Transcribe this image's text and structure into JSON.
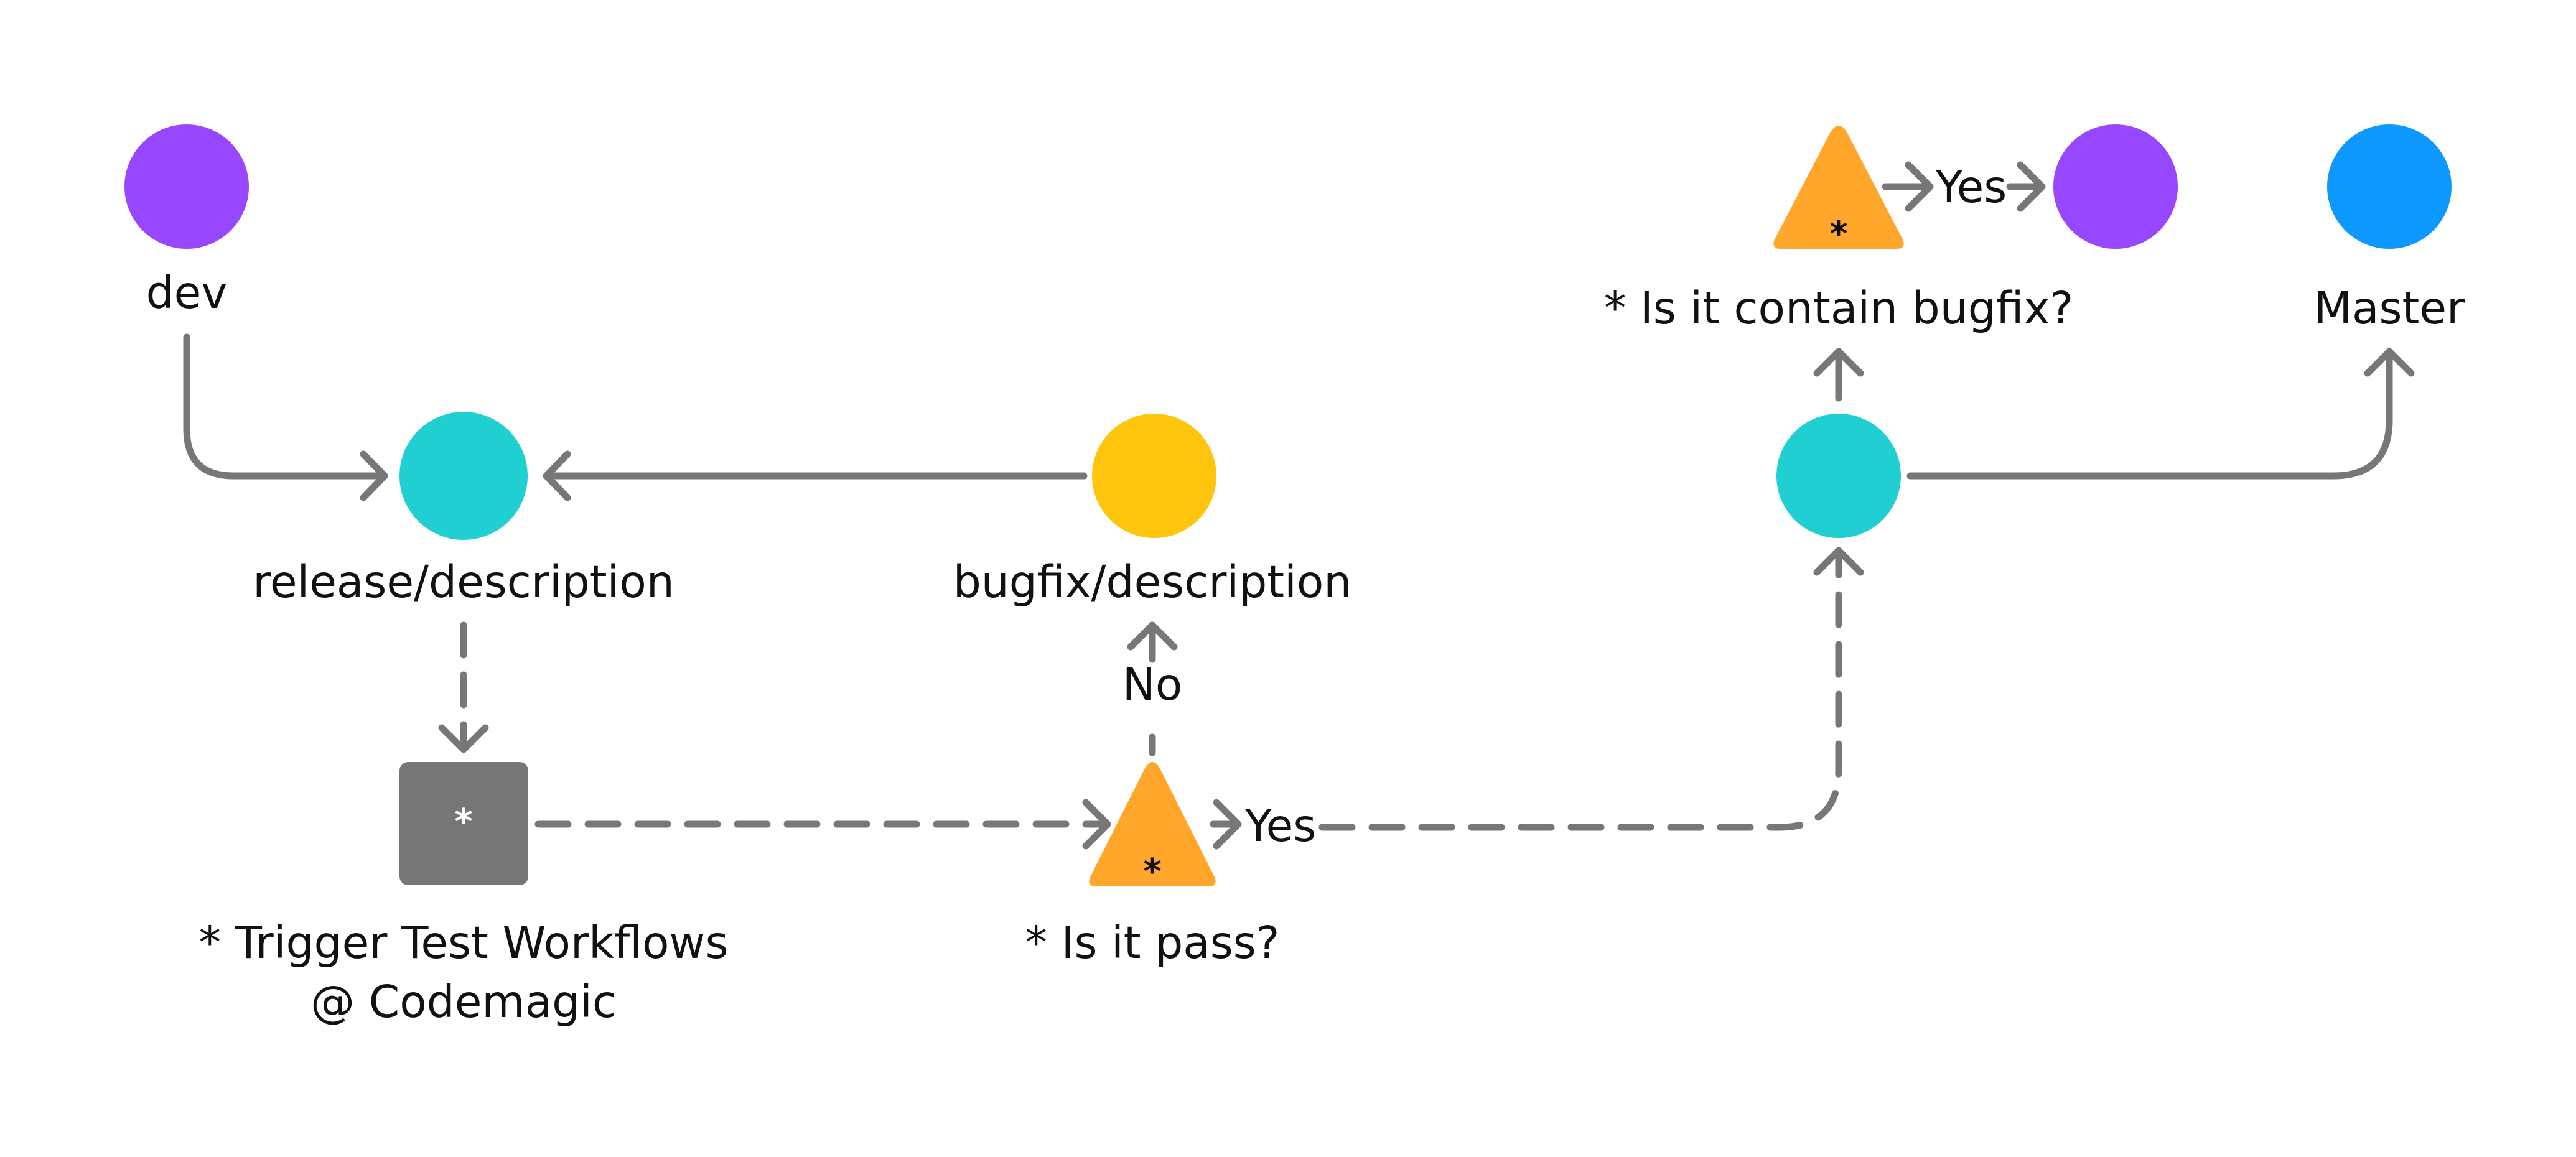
{
  "colors": {
    "dev": "#9747ff",
    "release": "#1fcfd2",
    "bugfix": "#fec50c",
    "decision": "#ffa62b",
    "trigger": "#767676",
    "master": "#0d99ff",
    "edge": "#777777",
    "text": "#111111"
  },
  "nodes": {
    "dev": {
      "label": "dev",
      "shape": "circle"
    },
    "release": {
      "label": "release/description",
      "shape": "circle"
    },
    "bugfix": {
      "label": "bugfix/description",
      "shape": "circle"
    },
    "trigger": {
      "label_line1": "* Trigger Test Workflows",
      "label_line2": "@ Codemagic",
      "mark": "*",
      "shape": "square"
    },
    "pass_decision": {
      "label": "* Is it pass?",
      "mark": "*",
      "shape": "triangle"
    },
    "release_final": {
      "shape": "circle"
    },
    "bugfix_decision": {
      "label": "* Is it contain bugfix?",
      "mark": "*",
      "shape": "triangle"
    },
    "dev_end": {
      "shape": "circle"
    },
    "master": {
      "label": "Master",
      "shape": "circle"
    }
  },
  "edges": {
    "pass_no": "No",
    "pass_yes": "Yes",
    "bugfix_yes": "Yes"
  }
}
